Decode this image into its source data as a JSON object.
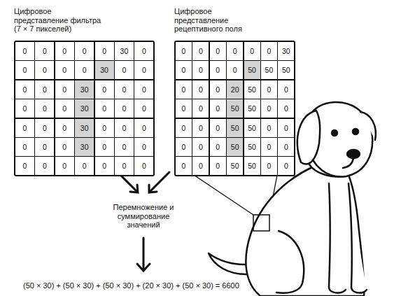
{
  "diagram": {
    "nodes": [
      {
        "text": [
          "Цифровое представление фильтра (7 × 7 пикселей)",
          "0",
          "0",
          "0",
          "0",
          "0",
          "30",
          "0",
          "0",
          "0",
          "0",
          "0",
          "30",
          "0",
          "0",
          "0",
          "0",
          "0",
          "30",
          "0",
          "0",
          "0",
          "0",
          "0",
          "0",
          "30",
          "0",
          "0",
          "0",
          "0",
          "0",
          "0",
          "30",
          "0",
          "0",
          "0",
          "0",
          "0",
          "0",
          "30",
          "0",
          "0",
          "0",
          "0",
          "0",
          "0",
          "0",
          "0",
          "0",
          "0"
        ]
      },
      {
        "text": [
          "Цифровое представление рецептивного поля",
          "0",
          "0",
          "0",
          "0",
          "0",
          "0",
          "30",
          "0",
          "0",
          "0",
          "0",
          "50",
          "50",
          "50",
          "0",
          "0",
          "0",
          "20",
          "50",
          "0",
          "0",
          "0",
          "0",
          "0",
          "50",
          "50",
          "0",
          "0",
          "0",
          "0",
          "0",
          "50",
          "50",
          "0",
          "0",
          "0",
          "0",
          "0",
          "50",
          "50",
          "0",
          "0",
          "0",
          "0",
          "0",
          "50",
          "50",
          "0",
          "0"
        ]
      }
    ],
    "labels": [
      "Перемножение и суммирование значений",
      "(50 × 30) + (50 × 30) + (50 × 30) + (20 × 30) + (50 × 30) = 6600"
    ]
  }
}
